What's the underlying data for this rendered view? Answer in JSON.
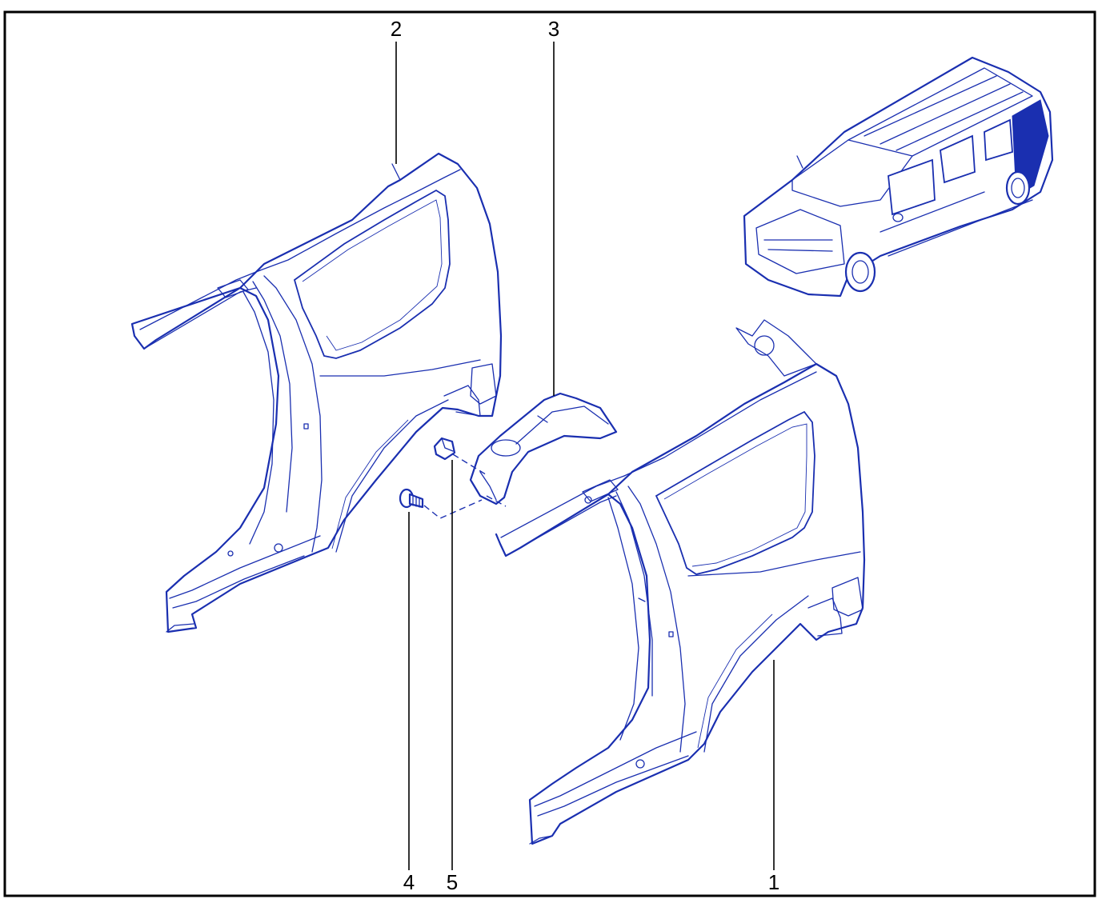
{
  "diagram": {
    "callouts": [
      {
        "id": "1",
        "label": "1"
      },
      {
        "id": "2",
        "label": "2"
      },
      {
        "id": "3",
        "label": "3"
      },
      {
        "id": "4",
        "label": "4"
      },
      {
        "id": "5",
        "label": "5"
      }
    ]
  },
  "colors": {
    "line": "#1a2fb0",
    "frame": "#000000",
    "background": "#ffffff"
  }
}
